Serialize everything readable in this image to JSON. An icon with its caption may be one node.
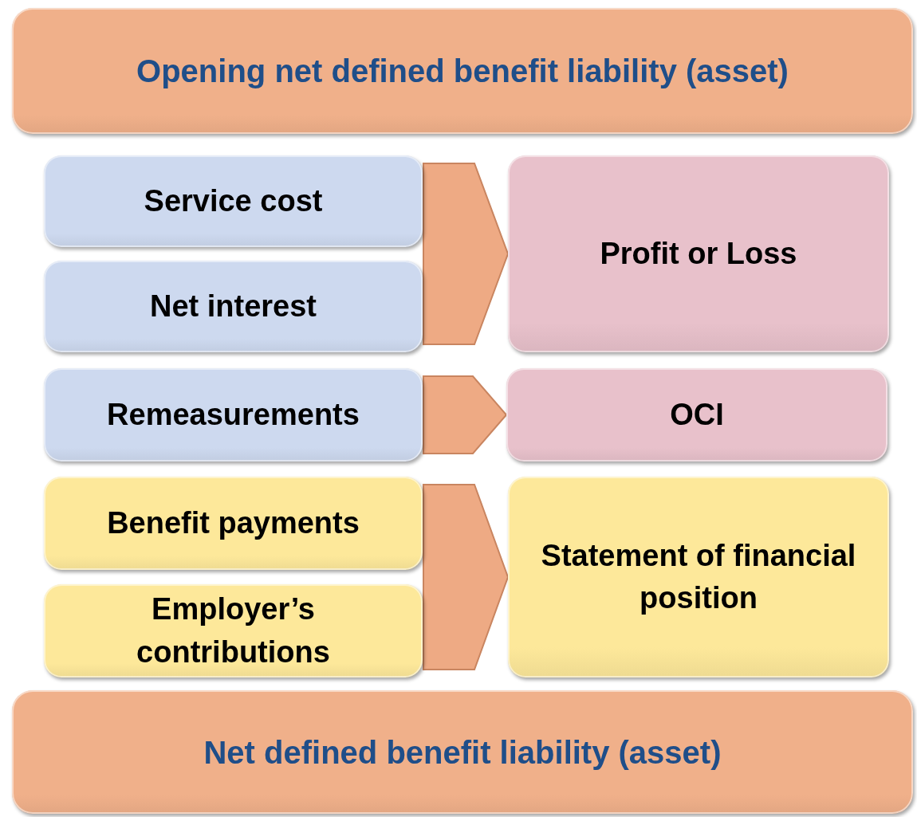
{
  "diagram": {
    "nodes": [
      {
        "text": [
          "Opening net defined benefit liability (asset)"
        ]
      },
      {
        "text": [
          "Service cost"
        ]
      },
      {
        "text": [
          "Net interest"
        ]
      },
      {
        "text": [
          "Profit or Loss"
        ]
      },
      {
        "text": [
          "Remeasurements"
        ]
      },
      {
        "text": [
          "OCI"
        ]
      },
      {
        "text": [
          "Benefit payments"
        ]
      },
      {
        "text": [
          "Employer’s contributions"
        ]
      },
      {
        "text": [
          "Statement of financial position"
        ]
      },
      {
        "text": [
          "Net defined benefit liability (asset)"
        ]
      }
    ],
    "edges": [
      {
        "from": 1,
        "to": 3,
        "arrow": "to"
      },
      {
        "from": 2,
        "to": 3,
        "arrow": "to"
      },
      {
        "from": 4,
        "to": 5,
        "arrow": "to"
      },
      {
        "from": 6,
        "to": 8,
        "arrow": "to"
      },
      {
        "from": 7,
        "to": 8,
        "arrow": "to"
      }
    ]
  }
}
